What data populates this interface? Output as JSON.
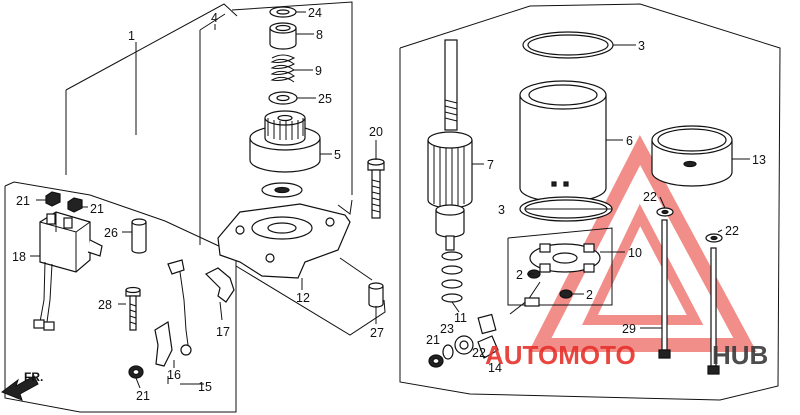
{
  "callouts": {
    "c1": "1",
    "c2a": "2",
    "c2b": "2",
    "c3a": "3",
    "c3b": "3",
    "c4": "4",
    "c5": "5",
    "c6": "6",
    "c7": "7",
    "c8": "8",
    "c9": "9",
    "c10": "10",
    "c11": "11",
    "c12": "12",
    "c13": "13",
    "c14": "14",
    "c15": "15",
    "c16": "16",
    "c17": "17",
    "c18": "18",
    "c20": "20",
    "c21a": "21",
    "c21b": "21",
    "c21c": "21",
    "c21d": "21",
    "c22a": "22",
    "c22b": "22",
    "c22c": "22",
    "c23": "23",
    "c24": "24",
    "c25": "25",
    "c26": "26",
    "c27": "27",
    "c28": "28",
    "c29": "29"
  },
  "direction": {
    "label": "FR."
  },
  "watermark": {
    "part1": "AUTOMOTO",
    "part2": "HUB"
  },
  "colors": {
    "watermark_red": "#e8322c",
    "watermark_dark": "#3a3a3a",
    "line": "#111111"
  }
}
